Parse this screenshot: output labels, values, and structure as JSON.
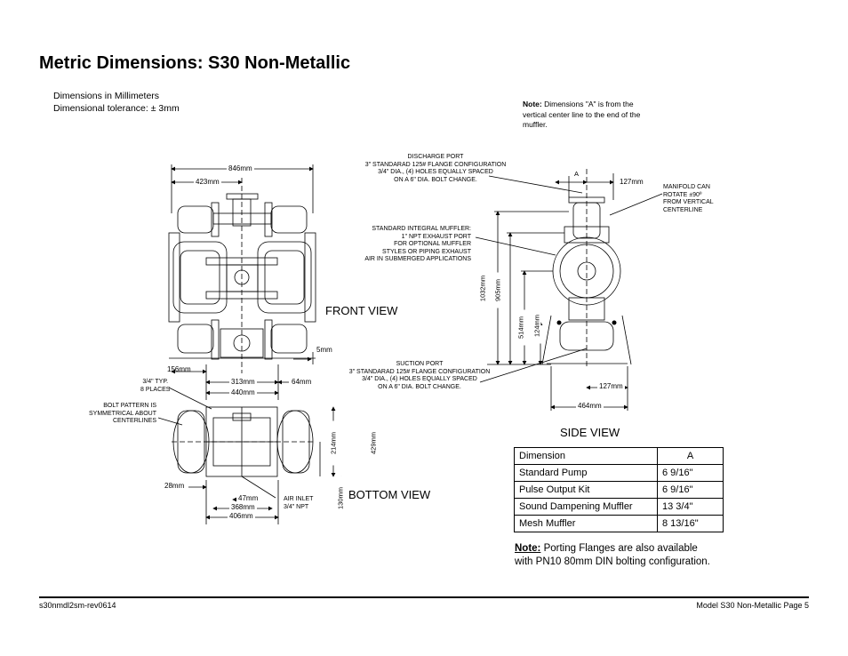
{
  "title": "Metric Dimensions: S30 Non-Metallic",
  "info": {
    "units": "Dimensions in Millimeters",
    "tolerance": "Dimensional tolerance: ± 3mm"
  },
  "note_top": {
    "label": "Note:",
    "text": " Dimensions \"A\" is from the vertical center line to the end of the muffler."
  },
  "front_view": {
    "title": "FRONT VIEW",
    "dims": {
      "overall_width": "846mm",
      "inner_width": "423mm",
      "d156": "156mm",
      "d313": "313mm",
      "d440": "440mm",
      "d64": "64mm",
      "d5": "5mm"
    }
  },
  "bottom_view": {
    "title": "BOTTOM VIEW",
    "dims": {
      "d214": "214mm",
      "d429": "429mm",
      "d130": "130mm",
      "d28": "28mm",
      "d47": "47mm",
      "d368": "368mm",
      "d406": "406mm"
    },
    "holes_label": [
      "3/4\" TYP.",
      "8 PLACES"
    ],
    "bolt_pattern_label": [
      "BOLT PATTERN IS",
      "SYMMETRICAL ABOUT",
      "CENTERLINES"
    ],
    "air_inlet_label": [
      "AIR INLET",
      "3/4\" NPT"
    ]
  },
  "side_view": {
    "title": "SIDE VIEW",
    "dims": {
      "a": "A",
      "d127_top": "127mm",
      "d127_bot": "127mm",
      "d464": "464mm",
      "d1032": "1032mm",
      "d905": "905mm",
      "d514": "514mm",
      "d124": "124mm"
    },
    "manifold_label": [
      "MANIFOLD CAN",
      "ROTATE ±90º",
      "FROM VERTICAL",
      "CENTERLINE"
    ]
  },
  "discharge_label": [
    "DISCHARGE PORT",
    "3\" STANDARAD 125# FLANGE CONFIGURATION",
    "3/4\" DIA., (4) HOLES EQUALLY SPACED",
    "ON A 6\" DIA. BOLT CHANGE."
  ],
  "muffler_label": [
    "STANDARD INTEGRAL MUFFLER:",
    "1\" NPT EXHAUST PORT",
    "FOR OPTIONAL MUFFLER",
    "STYLES OR PIPING EXHAUST",
    "AIR IN SUBMERGED APPLICATIONS"
  ],
  "suction_label": [
    "SUCTION PORT",
    "3\" STANDARAD 125# FLANGE CONFIGURATION",
    "3/4\" DIA., (4) HOLES EQUALLY SPACED",
    "ON A 6\" DIA. BOLT CHANGE."
  ],
  "table": {
    "headers": [
      "Dimension",
      "A"
    ],
    "rows": [
      [
        "Standard Pump",
        "6  9/16\""
      ],
      [
        "Pulse Output Kit",
        "6  9/16\""
      ],
      [
        "Sound Dampening Muffler",
        "13 3/4\""
      ],
      [
        "Mesh Muffler",
        "8 13/16\""
      ]
    ]
  },
  "note_bottom": {
    "label": "Note:",
    "line1": " Porting Flanges are also available",
    "line2": "with PN10 80mm DIN bolting configuration."
  },
  "footer": {
    "left": "s30nmdl2sm-rev0614",
    "right": "Model S30 Non-Metallic Page 5"
  }
}
